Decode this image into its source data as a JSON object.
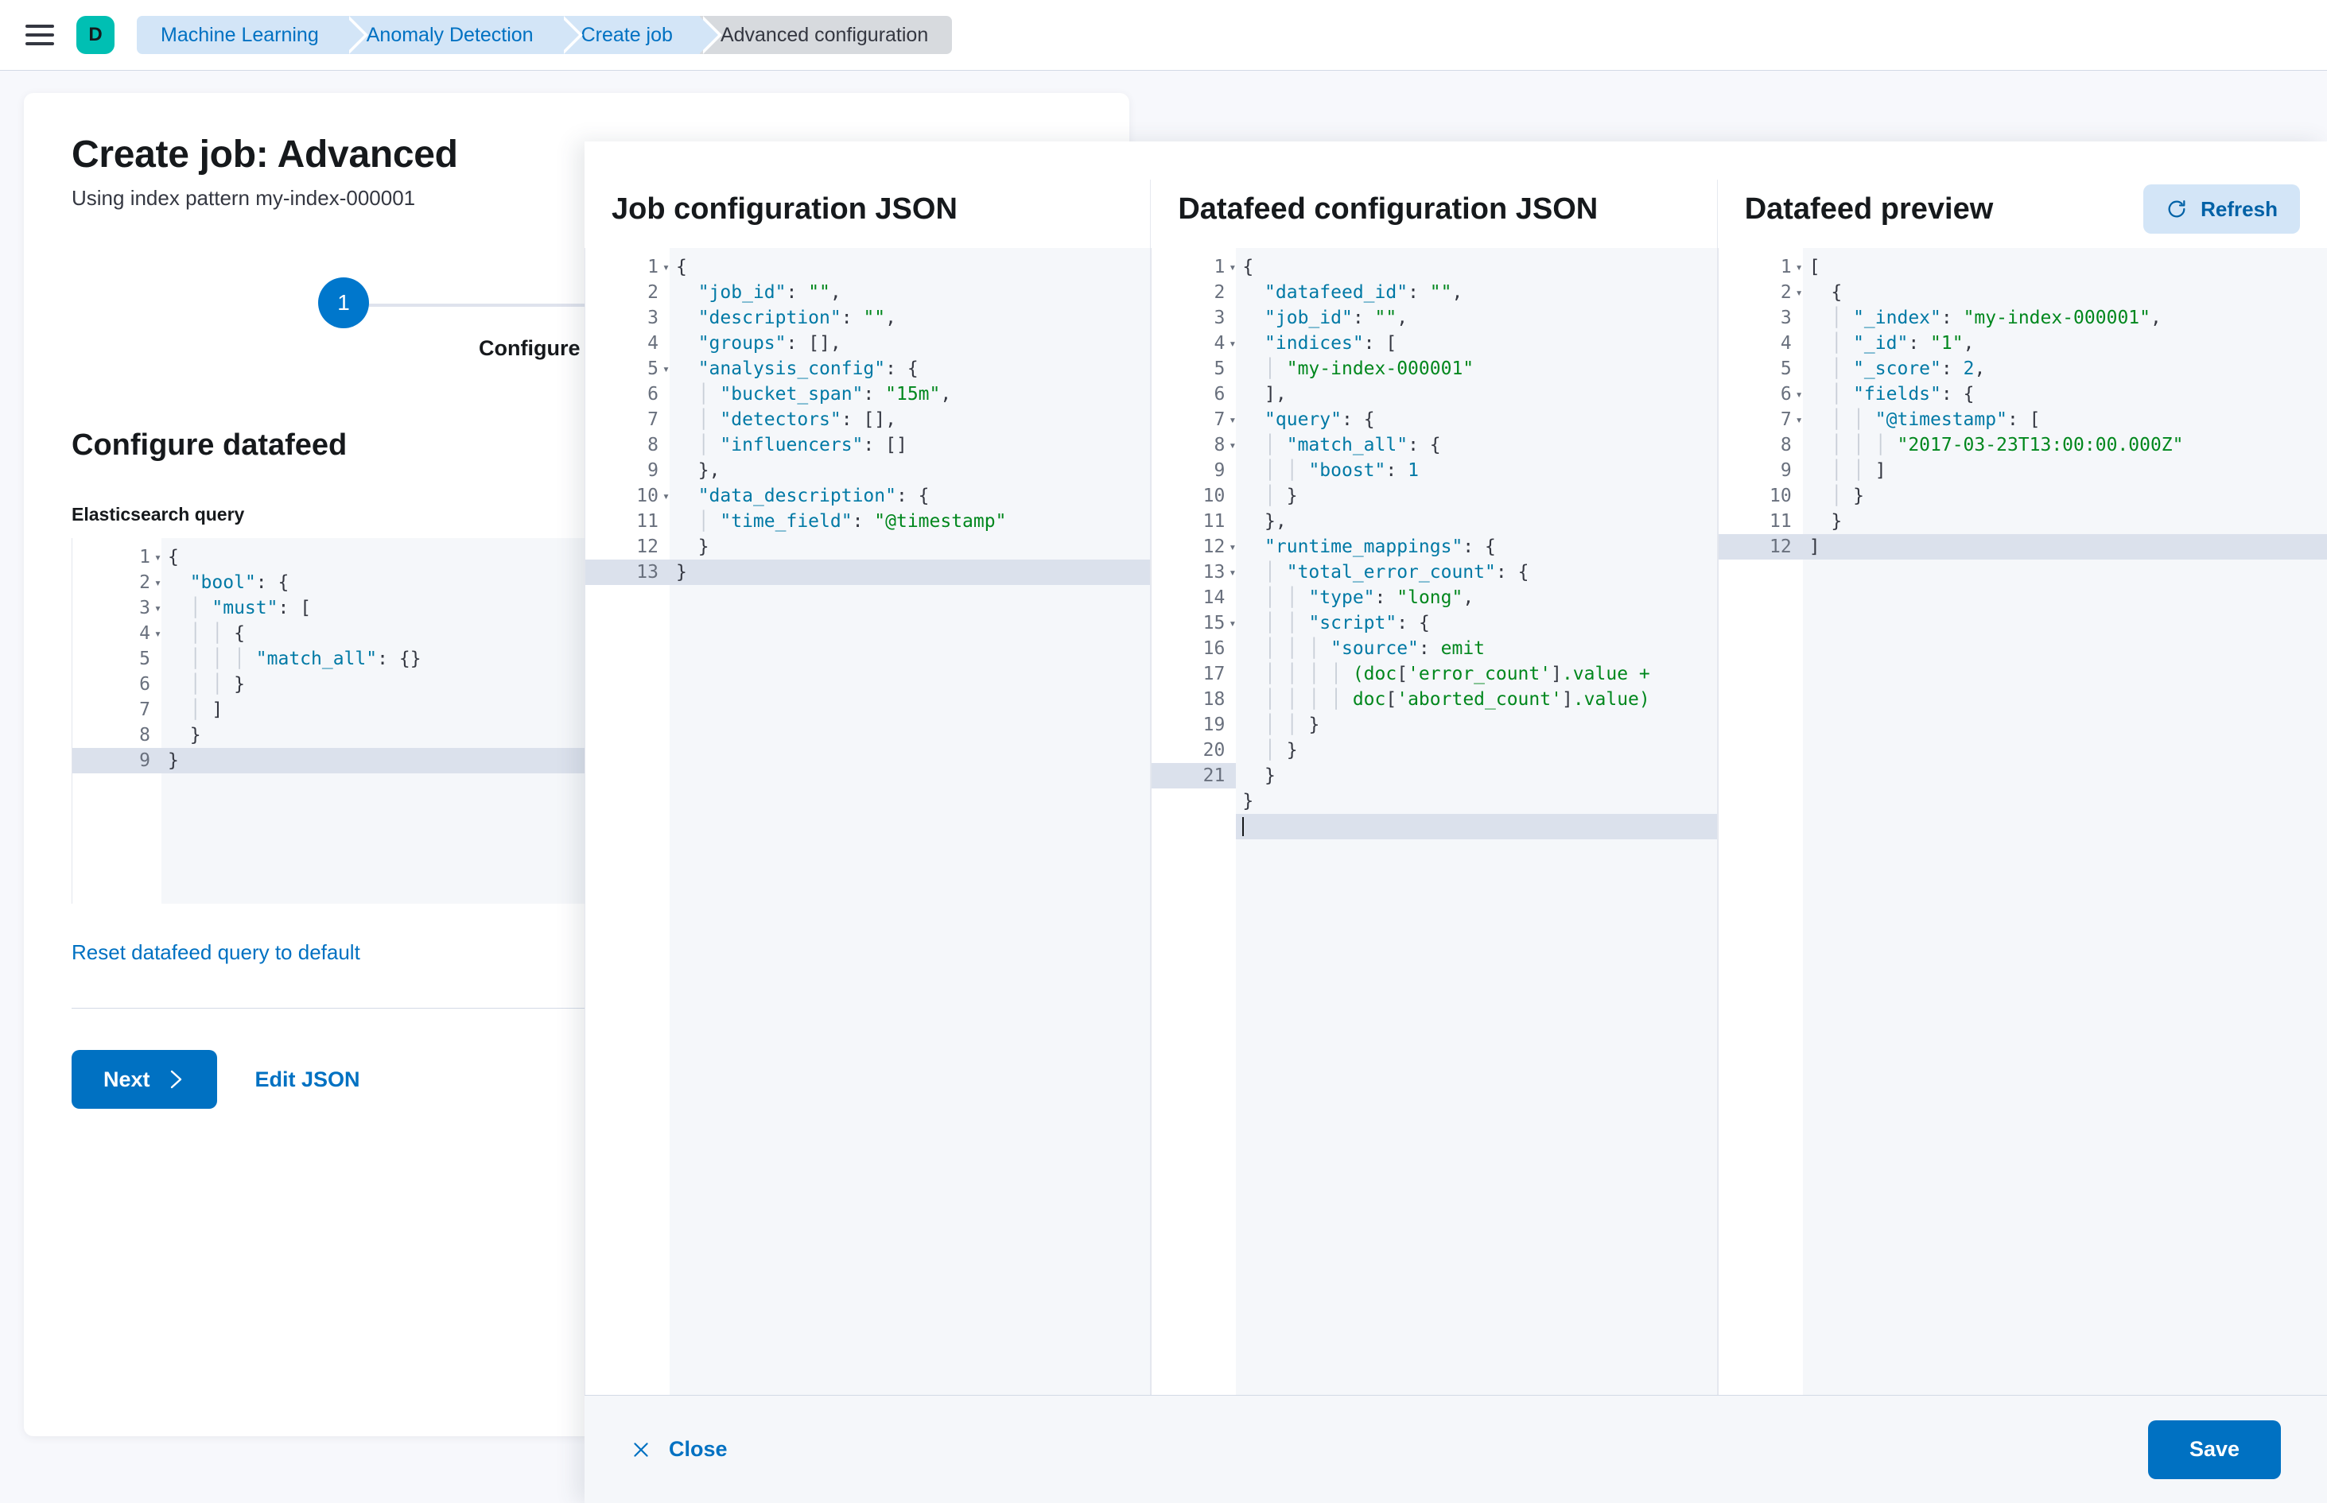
{
  "header": {
    "menu_icon": "hamburger-icon",
    "logo_letter": "D",
    "breadcrumbs": [
      {
        "label": "Machine Learning",
        "active": false
      },
      {
        "label": "Anomaly Detection",
        "active": false
      },
      {
        "label": "Create job",
        "active": false
      },
      {
        "label": "Advanced configuration",
        "active": true
      }
    ]
  },
  "wizard": {
    "title": "Create job: Advanced",
    "subtitle": "Using index pattern my-index-000001",
    "step_number": "1",
    "step_label": "Configure datafeed",
    "section_title": "Configure datafeed",
    "field_label": "Elasticsearch query",
    "reset_link": "Reset datafeed query to default",
    "next_label": "Next",
    "next_icon": "chevron-right-icon",
    "edit_json_label": "Edit JSON",
    "es_query_lines": [
      {
        "n": "1",
        "fold": true,
        "text": "{"
      },
      {
        "n": "2",
        "fold": true,
        "text": "  \"bool\": {"
      },
      {
        "n": "3",
        "fold": true,
        "text": "    \"must\": ["
      },
      {
        "n": "4",
        "fold": true,
        "text": "      {"
      },
      {
        "n": "5",
        "fold": false,
        "text": "        \"match_all\": {}"
      },
      {
        "n": "6",
        "fold": false,
        "text": "      }"
      },
      {
        "n": "7",
        "fold": false,
        "text": "    ]"
      },
      {
        "n": "8",
        "fold": false,
        "text": "  }"
      },
      {
        "n": "9",
        "fold": false,
        "text": "}",
        "active": true
      }
    ]
  },
  "flyout": {
    "panels": {
      "job": {
        "title": "Job configuration JSON",
        "lines": [
          {
            "n": "1",
            "fold": true,
            "text": "{"
          },
          {
            "n": "2",
            "fold": false,
            "text": "  \"job_id\": \"\","
          },
          {
            "n": "3",
            "fold": false,
            "text": "  \"description\": \"\","
          },
          {
            "n": "4",
            "fold": false,
            "text": "  \"groups\": [],"
          },
          {
            "n": "5",
            "fold": true,
            "text": "  \"analysis_config\": {"
          },
          {
            "n": "6",
            "fold": false,
            "text": "    \"bucket_span\": \"15m\","
          },
          {
            "n": "7",
            "fold": false,
            "text": "    \"detectors\": [],"
          },
          {
            "n": "8",
            "fold": false,
            "text": "    \"influencers\": []"
          },
          {
            "n": "9",
            "fold": false,
            "text": "  },"
          },
          {
            "n": "10",
            "fold": true,
            "text": "  \"data_description\": {"
          },
          {
            "n": "11",
            "fold": false,
            "text": "    \"time_field\": \"@timestamp\""
          },
          {
            "n": "12",
            "fold": false,
            "text": "  }"
          },
          {
            "n": "13",
            "fold": false,
            "text": "}",
            "active": true
          }
        ]
      },
      "datafeed": {
        "title": "Datafeed configuration JSON",
        "lines": [
          {
            "n": "1",
            "fold": true,
            "text": "{"
          },
          {
            "n": "2",
            "fold": false,
            "text": "  \"datafeed_id\": \"\","
          },
          {
            "n": "3",
            "fold": false,
            "text": "  \"job_id\": \"\","
          },
          {
            "n": "4",
            "fold": true,
            "text": "  \"indices\": ["
          },
          {
            "n": "5",
            "fold": false,
            "text": "    \"my-index-000001\""
          },
          {
            "n": "6",
            "fold": false,
            "text": "  ],"
          },
          {
            "n": "7",
            "fold": true,
            "text": "  \"query\": {"
          },
          {
            "n": "8",
            "fold": true,
            "text": "    \"match_all\": {"
          },
          {
            "n": "9",
            "fold": false,
            "text": "      \"boost\": 1"
          },
          {
            "n": "10",
            "fold": false,
            "text": "    }"
          },
          {
            "n": "11",
            "fold": false,
            "text": "  },"
          },
          {
            "n": "12",
            "fold": true,
            "text": "  \"runtime_mappings\": {"
          },
          {
            "n": "13",
            "fold": true,
            "text": "    \"total_error_count\": {"
          },
          {
            "n": "14",
            "fold": false,
            "text": "      \"type\": \"long\","
          },
          {
            "n": "15",
            "fold": true,
            "text": "      \"script\": {"
          },
          {
            "n": "16",
            "fold": false,
            "wrap": 3,
            "text": "        \"source\": \"emit\n          (doc['error_count'].value +\n          doc['aborted_count'].value)\""
          },
          {
            "n": "17",
            "fold": false,
            "text": "      }"
          },
          {
            "n": "18",
            "fold": false,
            "text": "    }"
          },
          {
            "n": "19",
            "fold": false,
            "text": "  }"
          },
          {
            "n": "20",
            "fold": false,
            "text": "}"
          },
          {
            "n": "21",
            "fold": false,
            "text": "",
            "active": true,
            "caret": true
          }
        ]
      },
      "preview": {
        "title": "Datafeed preview",
        "refresh_label": "Refresh",
        "refresh_icon": "refresh-icon",
        "lines": [
          {
            "n": "1",
            "fold": true,
            "text": "["
          },
          {
            "n": "2",
            "fold": true,
            "text": "  {"
          },
          {
            "n": "3",
            "fold": false,
            "text": "    \"_index\": \"my-index-000001\","
          },
          {
            "n": "4",
            "fold": false,
            "text": "    \"_id\": \"1\","
          },
          {
            "n": "5",
            "fold": false,
            "text": "    \"_score\": 2,"
          },
          {
            "n": "6",
            "fold": true,
            "text": "    \"fields\": {"
          },
          {
            "n": "7",
            "fold": true,
            "text": "      \"@timestamp\": ["
          },
          {
            "n": "8",
            "fold": false,
            "text": "        \"2017-03-23T13:00:00.000Z\""
          },
          {
            "n": "9",
            "fold": false,
            "text": "      ]"
          },
          {
            "n": "10",
            "fold": false,
            "text": "    }"
          },
          {
            "n": "11",
            "fold": false,
            "text": "  }"
          },
          {
            "n": "12",
            "fold": false,
            "text": "]",
            "active": true
          }
        ]
      }
    },
    "footer": {
      "close_label": "Close",
      "close_icon": "close-icon",
      "save_label": "Save"
    }
  },
  "colors": {
    "accent": "#0071c2",
    "brand": "#00bfb3",
    "string": "#00871d",
    "key": "#0079a5"
  }
}
